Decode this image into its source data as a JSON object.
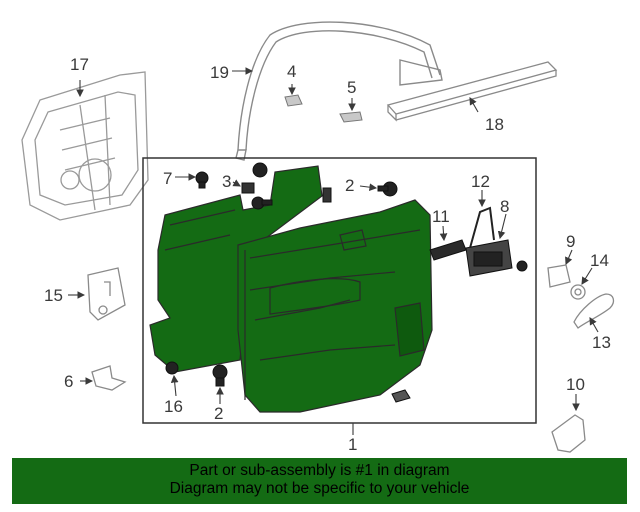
{
  "diagram": {
    "callouts": {
      "c1": "1",
      "c2a": "2",
      "c2b": "2",
      "c3": "3",
      "c4": "4",
      "c5": "5",
      "c6": "6",
      "c7": "7",
      "c8": "8",
      "c9": "9",
      "c10": "10",
      "c11": "11",
      "c12": "12",
      "c13": "13",
      "c14": "14",
      "c15": "15",
      "c16": "16",
      "c17": "17",
      "c18": "18",
      "c19": "19"
    },
    "colors": {
      "highlight": "#146b14",
      "outline": "#2a2a2a",
      "parts_gray": "#9a9a9a"
    }
  },
  "banner": {
    "line1": "Part or sub-assembly is #1 in diagram",
    "line2": "Diagram may not be specific to your vehicle"
  }
}
